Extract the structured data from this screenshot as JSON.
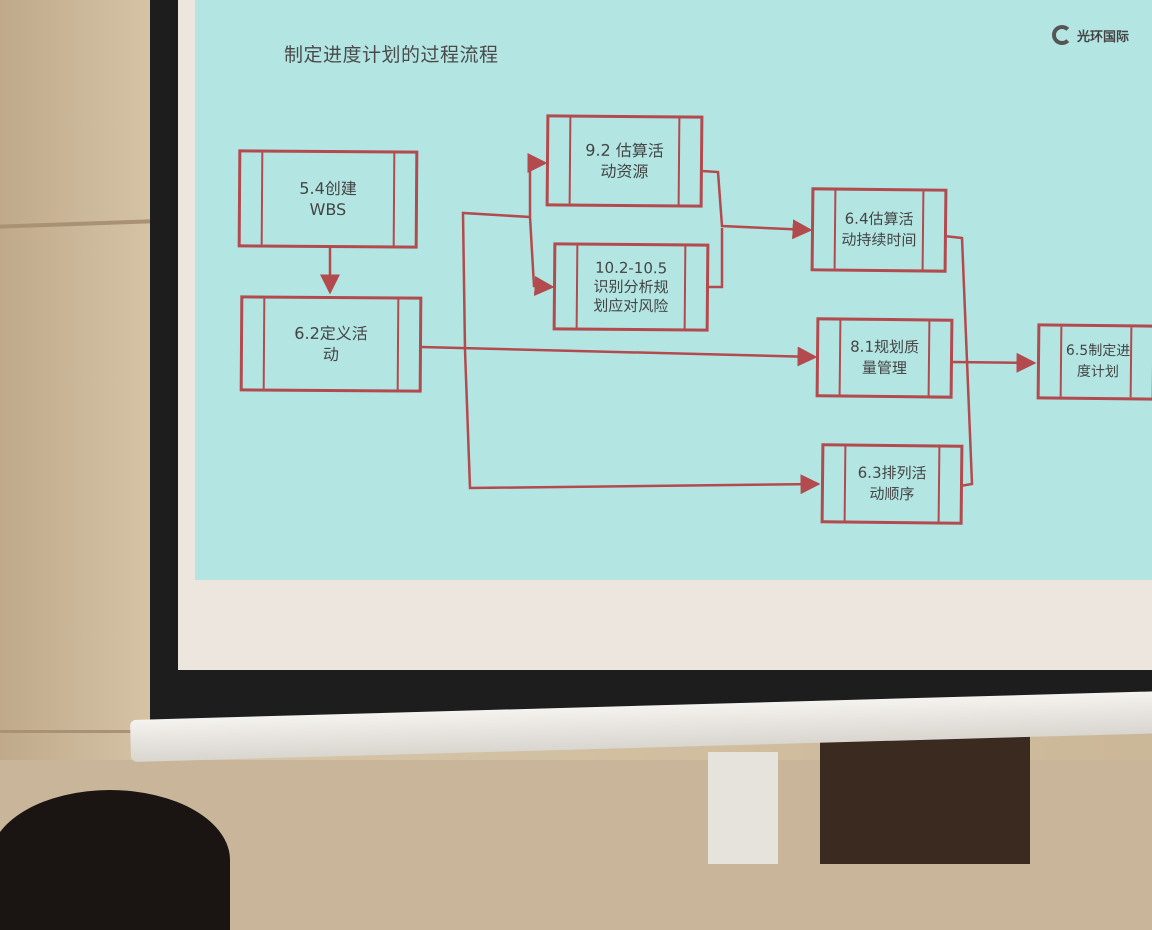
{
  "slide": {
    "title": "制定进度计划的过程流程",
    "logo": "光环国际"
  },
  "nodes": {
    "wbs": "5.4创建\nWBS",
    "define": "6.2定义活\n动",
    "resources": "9.2 估算活\n动资源",
    "risk": "10.2-10.5\n识别分析规\n划应对风险",
    "duration": "6.4估算活\n动持续时间",
    "quality": "8.1规划质\n量管理",
    "sequence": "6.3排列活\n动顺序",
    "schedule": "6.5制定进\n度计划"
  },
  "colors": {
    "slide_bg": "#b3e6e3",
    "box_border": "#b24a4e",
    "text": "#444444"
  }
}
